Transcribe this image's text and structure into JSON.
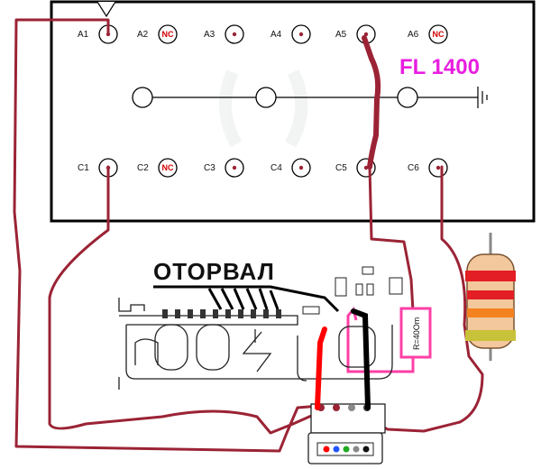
{
  "title": "FL 1400",
  "broken_label": "ОТОРВАЛ",
  "nc_label": "NC",
  "resistor_label": "R=40Om",
  "top_pins": [
    "A1",
    "A2",
    "A3",
    "A4",
    "A5",
    "A6"
  ],
  "bottom_pins": [
    "C1",
    "C2",
    "C3",
    "C4",
    "C5",
    "C6"
  ],
  "nc_pins": [
    "A2",
    "A6",
    "C2"
  ],
  "colors": {
    "wire": "#9b2335",
    "title": "#e81ee0",
    "resistor_box": "#ff3fa6",
    "connector_red": "#ff0000",
    "connector_black": "#000000",
    "resistor_body": "#f2c89c",
    "band_red": "#e31e24",
    "band_orange": "#f58220",
    "band_gold": "#c8c23a"
  },
  "connector_pin_colors": [
    "#ff0000",
    "#2255ff",
    "#22aa22",
    "#888888",
    "#111111"
  ],
  "icons": [
    "ground-icon",
    "resistor-icon",
    "connector-icon",
    "diode-icon"
  ]
}
